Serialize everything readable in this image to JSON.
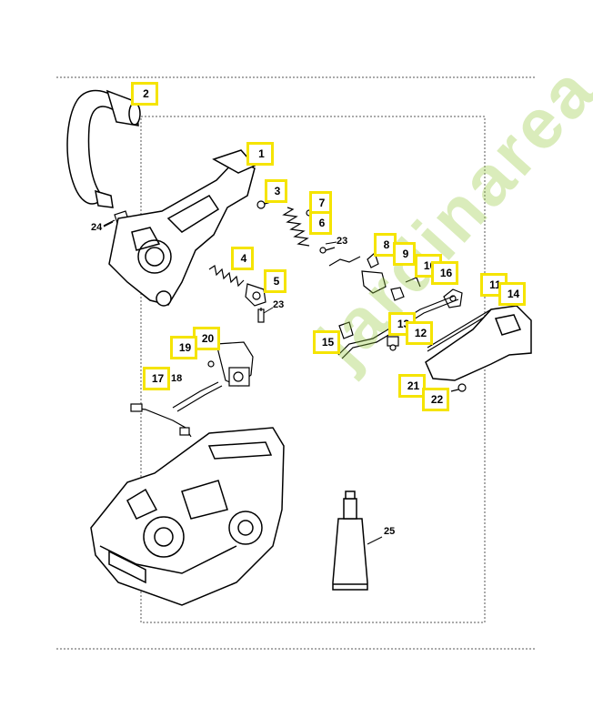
{
  "watermark": "jardinarea.com",
  "callouts": {
    "c1": "1",
    "c2": "2",
    "c3": "3",
    "c4": "4",
    "c5": "5",
    "c6": "6",
    "c7": "7",
    "c8": "8",
    "c9": "9",
    "c10": "10",
    "c11": "11",
    "c12": "12",
    "c13": "13",
    "c14": "14",
    "c15": "15",
    "c16": "16",
    "c17": "17",
    "c19": "19",
    "c20": "20",
    "c21": "21",
    "c22": "22"
  },
  "labels": {
    "l18": "18",
    "l23a": "23",
    "l23b": "23",
    "l24": "24",
    "l25": "25"
  },
  "colors": {
    "callout_border": "#f5e400",
    "watermark": "#96c83c",
    "line": "#000000"
  }
}
